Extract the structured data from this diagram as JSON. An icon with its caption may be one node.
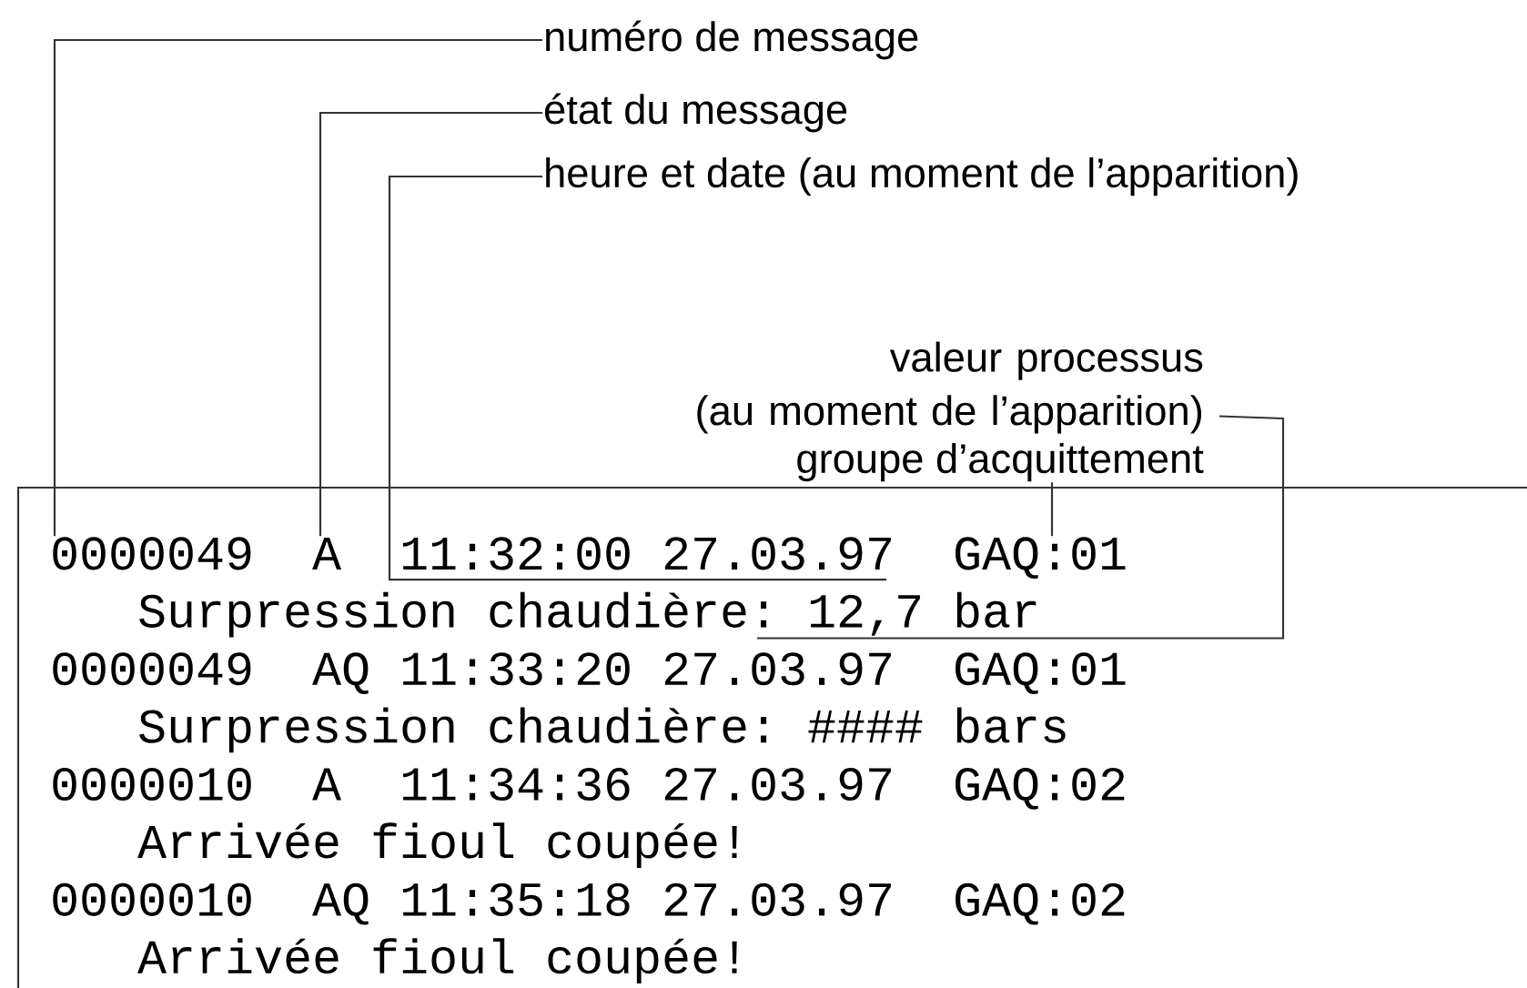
{
  "diagram": {
    "nodes": [
      {
        "text": [
          "numéro de message"
        ]
      },
      {
        "text": [
          "état du message"
        ]
      },
      {
        "text": [
          "heure et date (au moment de l’apparition)"
        ]
      },
      {
        "text": [
          "valeur processus (au moment de l’apparition)"
        ]
      },
      {
        "text": [
          "groupe d’acquittement"
        ]
      },
      {
        "text": [
          "0000049  A  11:32:00 27.03.97  GAQ:01"
        ]
      },
      {
        "text": [
          "Surpression chaudière: 12,7 bar"
        ]
      },
      {
        "text": [
          "0000049  AQ 11:33:20 27.03.97  GAQ:01"
        ]
      },
      {
        "text": [
          "Surpression chaudière: #### bars"
        ]
      },
      {
        "text": [
          "0000010  A  11:34:36 27.03.97  GAQ:02"
        ]
      },
      {
        "text": [
          "Arrivée fioul coupée!"
        ]
      },
      {
        "text": [
          "0000010  AQ 11:35:18 27.03.97  GAQ:02"
        ]
      },
      {
        "text": [
          "Arrivée fioul coupée!"
        ]
      }
    ],
    "edges": [
      {
        "from": 0,
        "to": 5,
        "arrow": "none"
      },
      {
        "from": 1,
        "to": 5,
        "arrow": "none"
      },
      {
        "from": 2,
        "to": 5,
        "arrow": "none"
      },
      {
        "from": 3,
        "to": 6,
        "arrow": "none"
      },
      {
        "from": 4,
        "to": 5,
        "arrow": "none"
      }
    ]
  }
}
